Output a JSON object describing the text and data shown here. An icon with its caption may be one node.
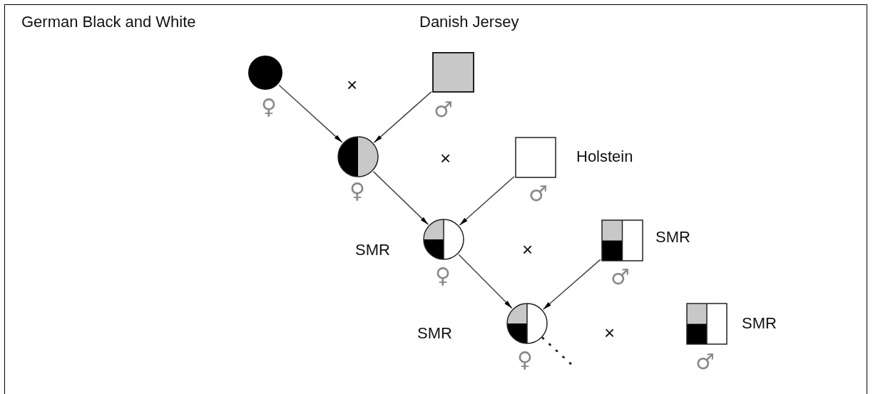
{
  "diagram": {
    "nodes": [
      {
        "text": [
          "German Black and White"
        ],
        "beside": [
          "♀"
        ]
      },
      {
        "text": [
          "Danish Jersey"
        ],
        "beside": [
          "♂"
        ]
      },
      {
        "text": [],
        "shape": "circle",
        "beside": [
          "♀"
        ]
      },
      {
        "text": [
          "Holstein"
        ],
        "beside": [
          "♂"
        ]
      },
      {
        "text": [
          "SMR"
        ],
        "beside": [
          "♀"
        ]
      },
      {
        "text": [
          "SMR"
        ],
        "beside": [
          "♂"
        ]
      },
      {
        "text": [
          "SMR"
        ],
        "beside": [
          "♀"
        ]
      },
      {
        "text": [
          "SMR"
        ],
        "beside": [
          "♂"
        ]
      }
    ],
    "edges": [
      {
        "from": 0,
        "to": 2,
        "arrow": "to"
      },
      {
        "from": 1,
        "to": 2,
        "arrow": "to"
      },
      {
        "from": 2,
        "to": 4,
        "arrow": "to"
      },
      {
        "from": 3,
        "to": 4,
        "arrow": "to"
      },
      {
        "from": 4,
        "to": 6,
        "arrow": "to"
      },
      {
        "from": 5,
        "to": 6,
        "arrow": "to"
      },
      {
        "from": 6,
        "to": null,
        "arrow": "none",
        "style": "dashed"
      }
    ],
    "labels": [
      "×",
      "×",
      "×",
      "×"
    ]
  }
}
